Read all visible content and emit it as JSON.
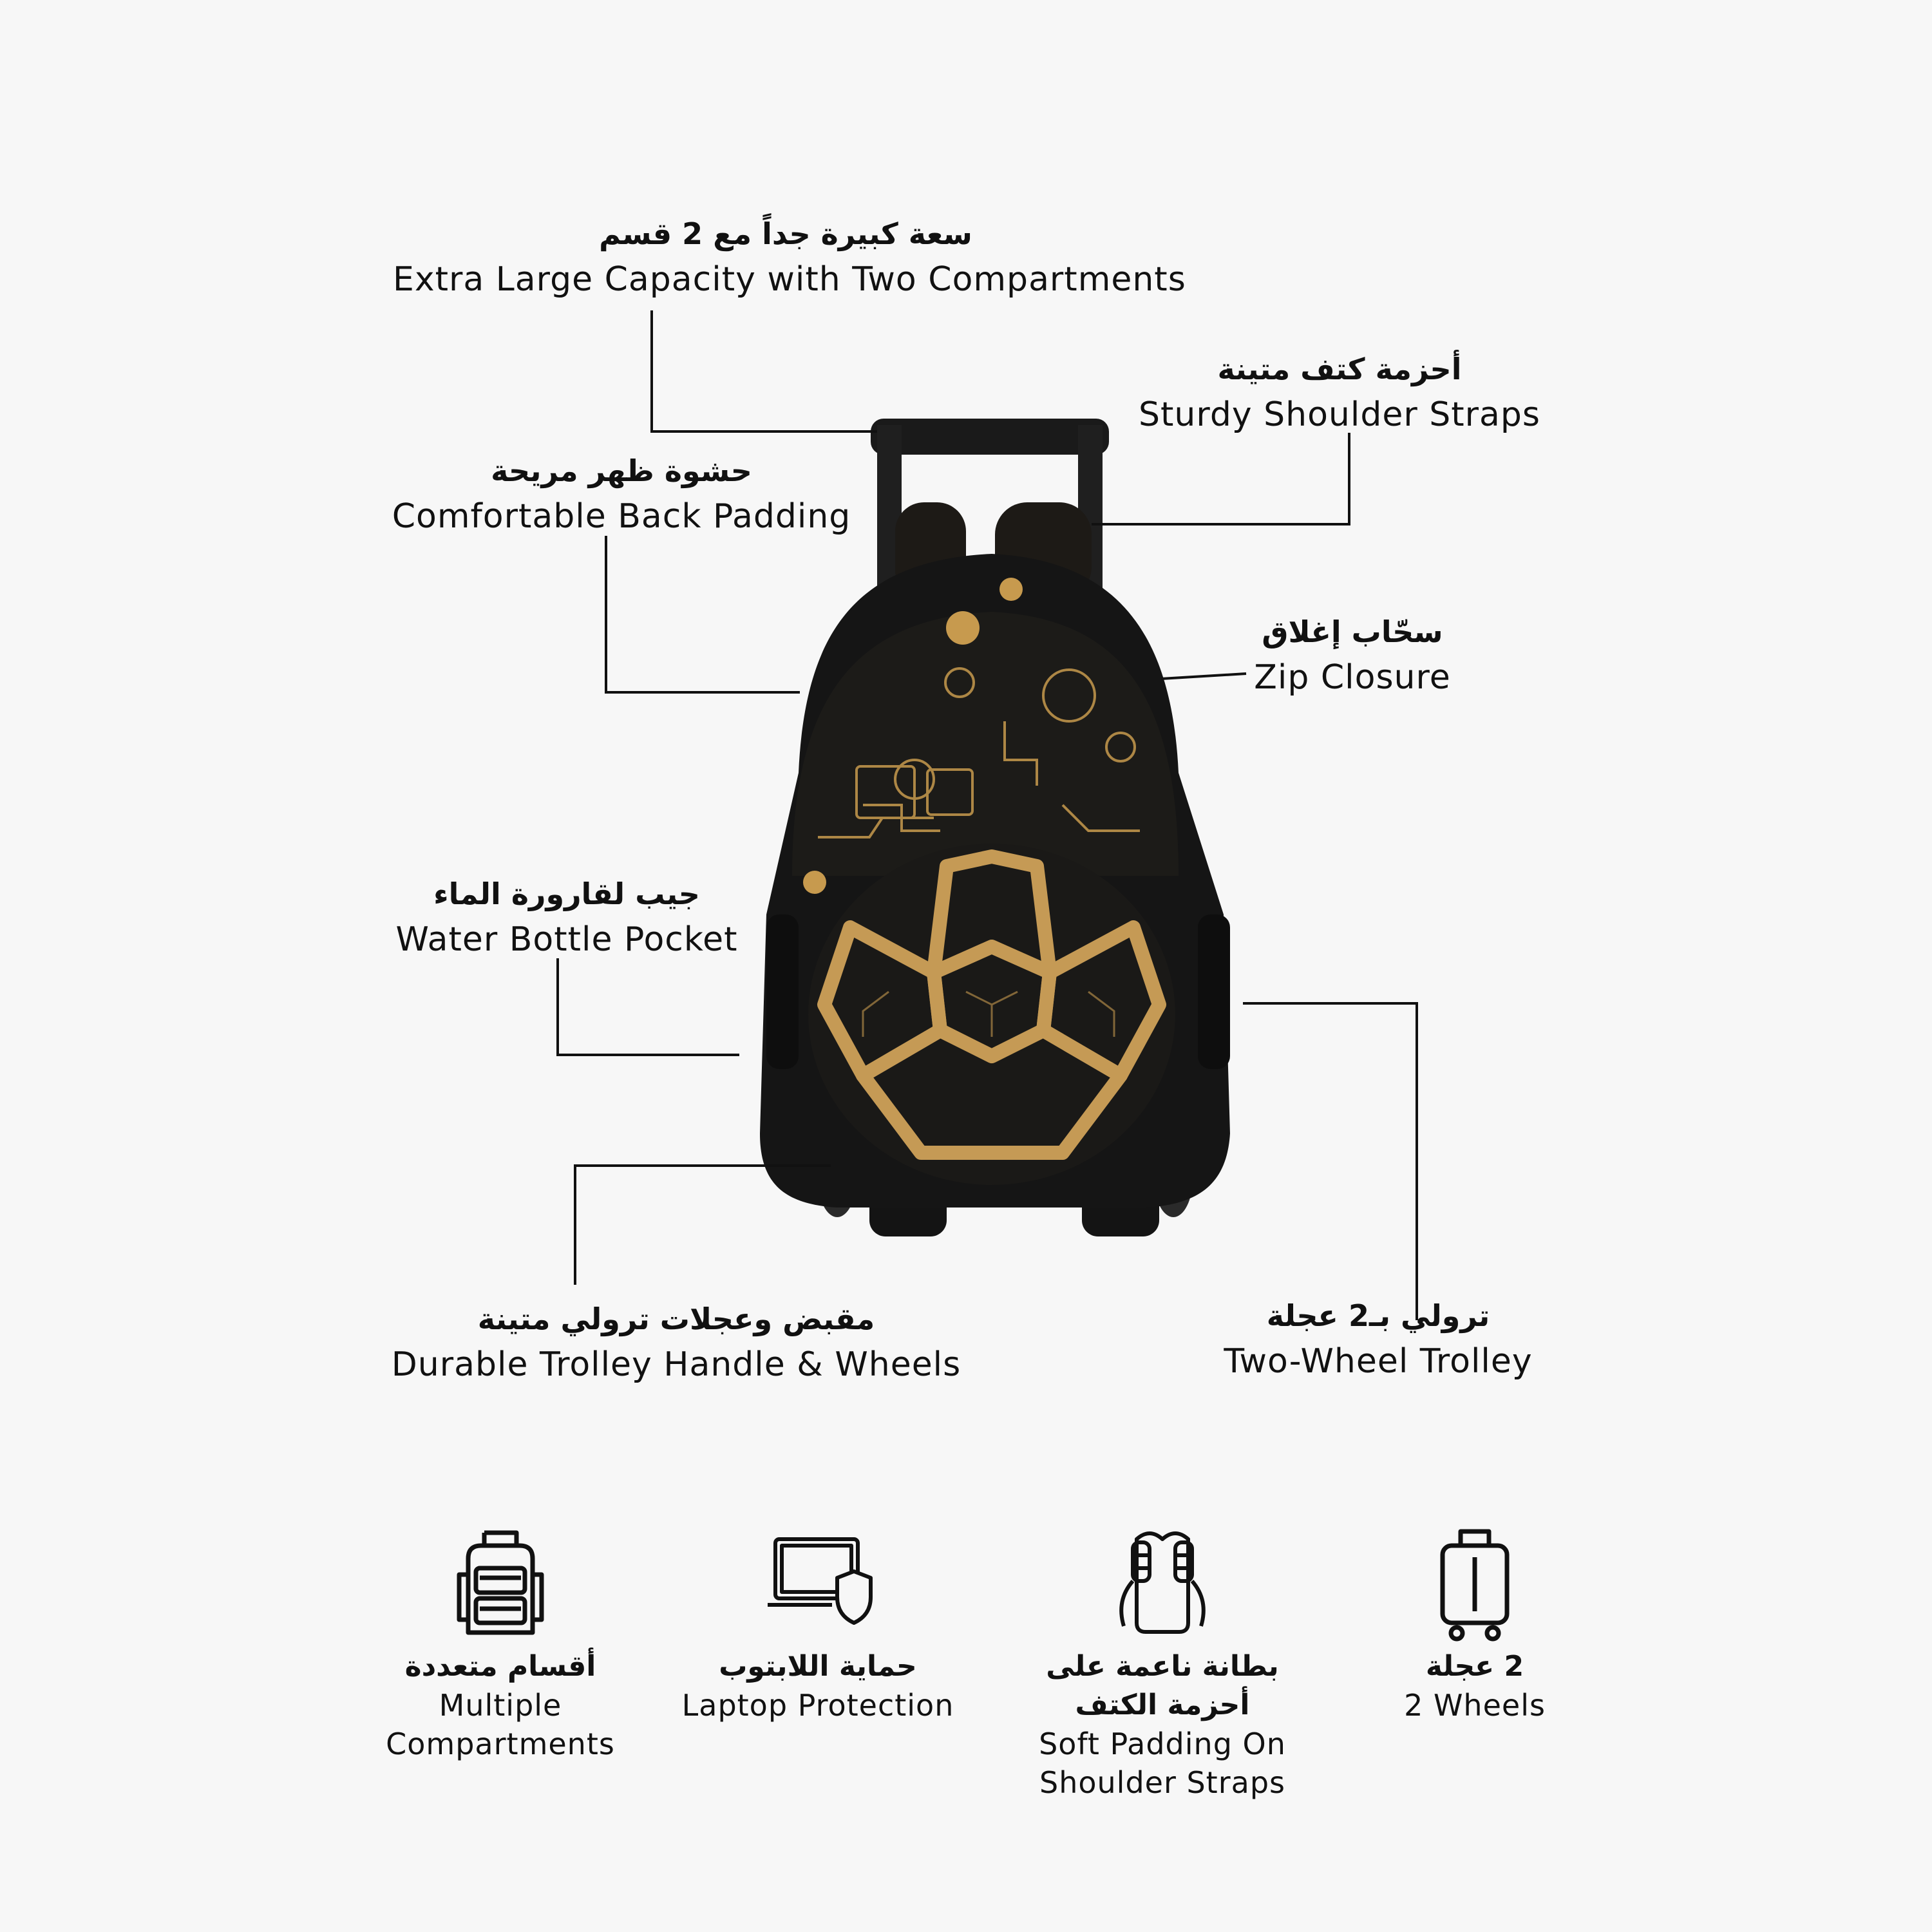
{
  "callouts": {
    "capacity": {
      "ar": "سعة كبيرة جداً مع 2 قسم",
      "en": "Extra Large Capacity with Two Compartments"
    },
    "straps": {
      "ar": "أحزمة كتف متينة",
      "en": "Sturdy Shoulder Straps"
    },
    "padding": {
      "ar": "حشوة ظهر مريحة",
      "en": "Comfortable Back Padding"
    },
    "zip": {
      "ar": "سحّاب إغلاق",
      "en": "Zip Closure"
    },
    "bottle": {
      "ar": "جيب لقارورة الماء",
      "en": "Water Bottle Pocket"
    },
    "handle": {
      "ar": "مقبض وعجلات ترولي متينة",
      "en": "Durable Trolley Handle & Wheels"
    },
    "trolley": {
      "ar": "ترولي بـ2 عجلة",
      "en": "Two-Wheel Trolley"
    }
  },
  "features": [
    {
      "icon": "backpack-icon",
      "ar": "أقسام متعددة",
      "en1": "Multiple",
      "en2": "Compartments"
    },
    {
      "icon": "laptop-shield-icon",
      "ar": "حماية اللابتوب",
      "en1": "Laptop Protection"
    },
    {
      "icon": "padded-straps-icon",
      "ar1": "بطانة ناعمة على",
      "ar2": "أحزمة الكتف",
      "en1": "Soft Padding On",
      "en2": "Shoulder Straps"
    },
    {
      "icon": "trolley-suitcase-icon",
      "ar": "2 عجلة",
      "en1": "2 Wheels"
    }
  ],
  "colors": {
    "bag": "#151515",
    "gold": "#c79a4e",
    "line": "#111111",
    "background": "#f7f7f7"
  }
}
